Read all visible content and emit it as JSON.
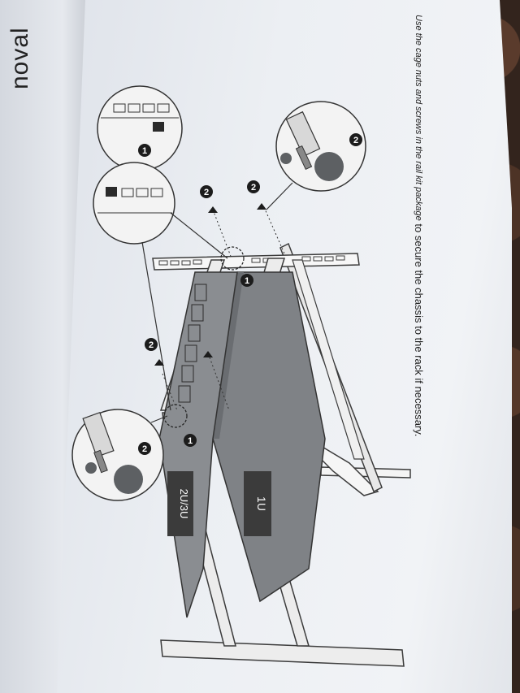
{
  "left_page": {
    "heading": "noval"
  },
  "caption": {
    "italic": "Use the cage nuts and screws in the rail kit package",
    "text": " to secure the chassis to the rack if necessary."
  },
  "labels": {
    "unit_small": "1U",
    "unit_large": "2U/3U"
  },
  "step_markers": [
    "1",
    "2"
  ],
  "colors": {
    "paper": "#eceff3",
    "line": "#3c3c3c",
    "chassis_fill": "#7f8286",
    "marker_fill": "#1c1c1c"
  }
}
